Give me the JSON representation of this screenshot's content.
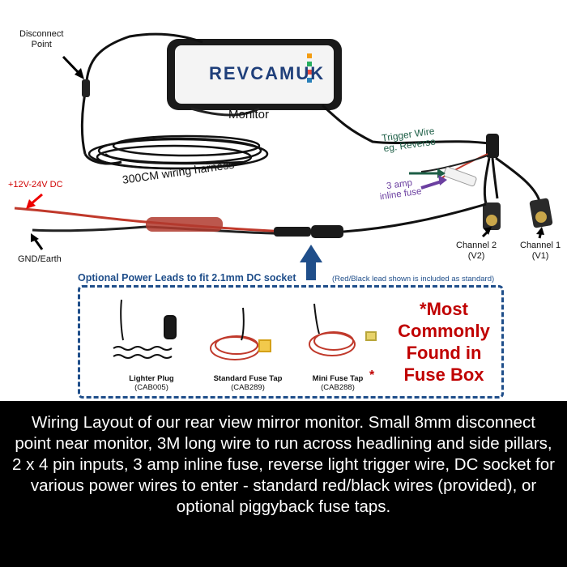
{
  "labels": {
    "disconnect_point": [
      "Disconnect",
      "Point"
    ],
    "monitor": "Monitor",
    "brand_logo": "REVCAMUK",
    "harness": "300CM wiring harness",
    "power_pos": "+12V-24V DC",
    "power_neg": "GND/Earth",
    "trigger": [
      "Trigger Wire",
      "eg. Reverse"
    ],
    "fuse": [
      "3 amp",
      "inline fuse"
    ],
    "channel2": [
      "Channel 2",
      "(V2)"
    ],
    "channel1": [
      "Channel 1",
      "(V1)"
    ]
  },
  "optional": {
    "title": "Optional Power Leads to fit 2.1mm DC socket",
    "subtitle": "(Red/Black lead shown is included as standard)",
    "items": [
      {
        "name": "Lighter Plug",
        "code": "(CAB005)"
      },
      {
        "name": "Standard Fuse Tap",
        "code": "(CAB289)"
      },
      {
        "name": "Mini Fuse Tap",
        "code": "(CAB288)"
      }
    ],
    "asterisk": "*",
    "note_lines": [
      "*Most",
      "Commonly",
      "Found in",
      "Fuse Box"
    ]
  },
  "caption": "Wiring Layout of our rear view mirror monitor. Small 8mm disconnect point near monitor, 3M long wire to run across headlining and side pillars, 2 x 4 pin inputs, 3 amp inline fuse, reverse light trigger wire, DC socket for various power wires to enter - standard red/black wires (provided), or optional piggyback fuse taps.",
  "colors": {
    "accent_blue": "#1f4e8a",
    "note_red": "#c00000",
    "trigger_green": "#1d5e46",
    "fuse_purple": "#6b3fa0",
    "logo_blue": "#1f3f7a"
  }
}
